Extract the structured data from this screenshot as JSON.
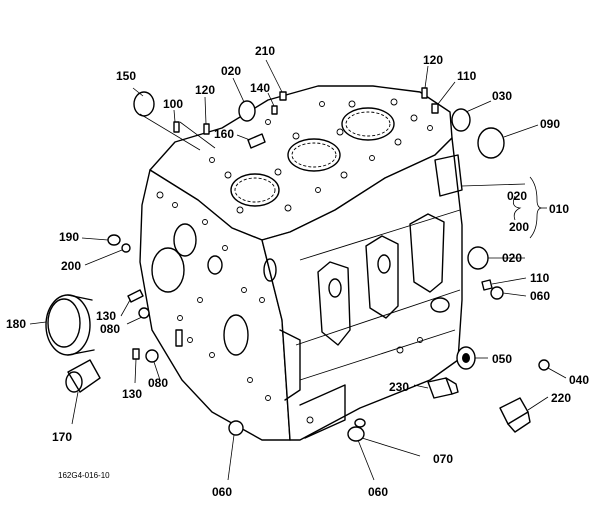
{
  "diagram": {
    "drawing_code": "162G4-016-10",
    "parts": [
      {
        "id": "p010",
        "label": "010"
      },
      {
        "id": "p020a",
        "label": "020"
      },
      {
        "id": "p020b",
        "label": "020"
      },
      {
        "id": "p020c",
        "label": "020"
      },
      {
        "id": "p030",
        "label": "030"
      },
      {
        "id": "p040",
        "label": "040"
      },
      {
        "id": "p050",
        "label": "050"
      },
      {
        "id": "p060a",
        "label": "060"
      },
      {
        "id": "p060b",
        "label": "060"
      },
      {
        "id": "p060c",
        "label": "060"
      },
      {
        "id": "p070",
        "label": "070"
      },
      {
        "id": "p080a",
        "label": "080"
      },
      {
        "id": "p080b",
        "label": "080"
      },
      {
        "id": "p090",
        "label": "090"
      },
      {
        "id": "p100",
        "label": "100"
      },
      {
        "id": "p110a",
        "label": "110"
      },
      {
        "id": "p110b",
        "label": "110"
      },
      {
        "id": "p120a",
        "label": "120"
      },
      {
        "id": "p120b",
        "label": "120"
      },
      {
        "id": "p130a",
        "label": "130"
      },
      {
        "id": "p130b",
        "label": "130"
      },
      {
        "id": "p140",
        "label": "140"
      },
      {
        "id": "p150",
        "label": "150"
      },
      {
        "id": "p160",
        "label": "160"
      },
      {
        "id": "p170",
        "label": "170"
      },
      {
        "id": "p180",
        "label": "180"
      },
      {
        "id": "p190",
        "label": "190"
      },
      {
        "id": "p200a",
        "label": "200"
      },
      {
        "id": "p200b",
        "label": "200"
      },
      {
        "id": "p210",
        "label": "210"
      },
      {
        "id": "p220",
        "label": "220"
      },
      {
        "id": "p230",
        "label": "230"
      }
    ]
  }
}
